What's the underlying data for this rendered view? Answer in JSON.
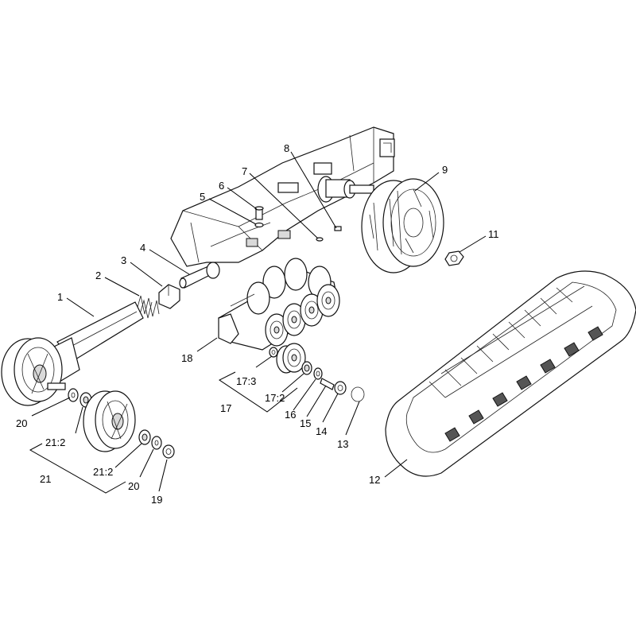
{
  "callouts": {
    "c1": "1",
    "c2": "2",
    "c3": "3",
    "c4": "4",
    "c5": "5",
    "c6": "6",
    "c7": "7",
    "c8": "8",
    "c9": "9",
    "c11": "11",
    "c12": "12",
    "c13": "13",
    "c14": "14",
    "c15": "15",
    "c16": "16",
    "c17": "17",
    "c17_2": "17:2",
    "c17_3": "17:3",
    "c18": "18",
    "c19": "19",
    "c20a": "20",
    "c20b": "20",
    "c21": "21",
    "c21_2a": "21:2",
    "c21_2b": "21:2"
  }
}
